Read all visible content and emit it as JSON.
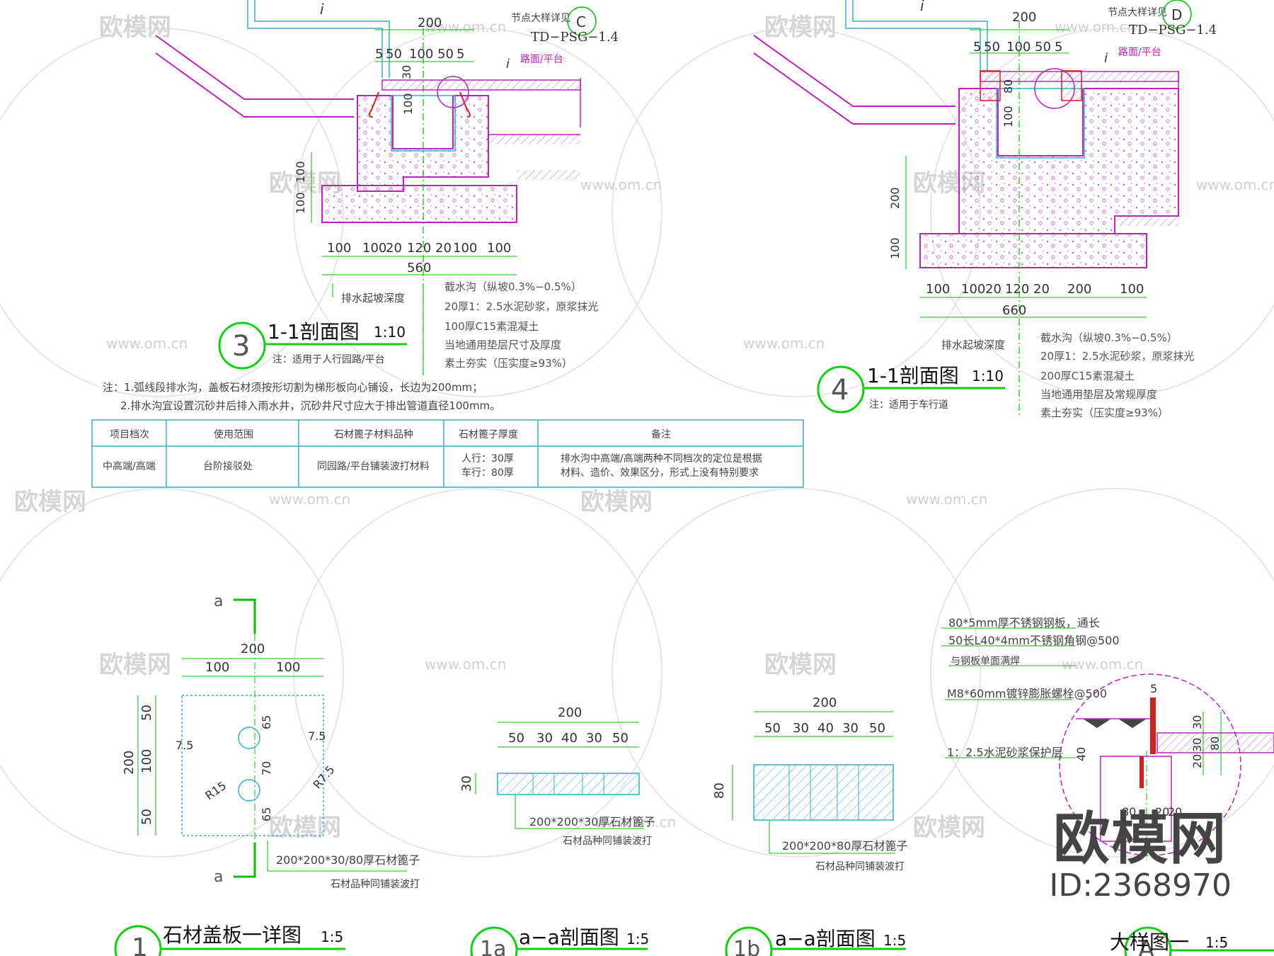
{
  "watermark": {
    "name": "欧模网",
    "url": "www.om.cn"
  },
  "brand": {
    "name": "欧模网",
    "id": "ID:2368970"
  },
  "colors": {
    "magenta": "#c020c0",
    "green": "#00c000",
    "cyan": "#30b0c8",
    "red": "#d02020",
    "title_green": "#10d010"
  },
  "sec3": {
    "title": "1-1剖面图",
    "scale": "1:10",
    "number": "3",
    "note": "注：适用于人行园路/平台",
    "ref_c": "C",
    "ref_label": "节点大样详见",
    "ref_code": "TD−PSG−1.4",
    "dim_top": "200",
    "dims_row": [
      "5",
      "50",
      "100",
      "50",
      "5"
    ],
    "path_label": "路面/平台",
    "slope": "i",
    "dim_30": "30",
    "dim_100v": "100",
    "dim_100a": "100",
    "dim_100b": "100",
    "bottom_dims": [
      "100",
      "100",
      "20",
      "120",
      "20",
      "100",
      "100"
    ],
    "total": "560",
    "depth_label": "排水起坡深度",
    "notes": [
      "截水沟（纵坡0.3%−0.5%）",
      "20厚1：2.5水泥砂浆，原浆抹光",
      "100厚C15素混凝土",
      "当地通用垫层尺寸及厚度",
      "素土夯实（压实度≥93%）"
    ]
  },
  "sec4": {
    "title": "1-1剖面图",
    "scale": "1:10",
    "number": "4",
    "note": "注：适用于车行道",
    "ref_d": "D",
    "ref_label": "节点大样详见",
    "ref_code": "TD−PSG−1.4",
    "dim_top": "200",
    "dims_row": [
      "5",
      "50",
      "100",
      "50",
      "5"
    ],
    "path_label": "路面/平台",
    "slope": "i",
    "dim_80": "80",
    "dim_100v": "100",
    "dim_200": "200",
    "dim_100b": "100",
    "bottom_dims": [
      "100",
      "100",
      "20",
      "120",
      "20",
      "200",
      "100"
    ],
    "total": "660",
    "depth_label": "排水起坡深度",
    "notes": [
      "截水沟（纵坡0.3%−0.5%）",
      "20厚1：2.5水泥砂浆，原浆抹光",
      "200厚C15素混凝土",
      "当地通用垫层及常规厚度",
      "素土夯实（压实度≥93%）"
    ]
  },
  "general_notes": [
    "注：1.弧线段排水沟，盖板石材须按形切割为梯形板向心铺设，长边为200mm；",
    "2.排水沟宜设置沉砂井后排入雨水井，沉砂井尺寸应大于排出管道直径100mm。"
  ],
  "spec_table": {
    "headers": [
      "项目档次",
      "使用范围",
      "石材篦子材料品种",
      "石材篦子厚度",
      "备注"
    ],
    "row": [
      "中高端/高端",
      "台阶接驳处",
      "同园路/平台铺装波打材料",
      "人行：30厚",
      "排水沟中高端/高端两种不同档次的定位是根据"
    ],
    "row2": [
      "",
      "",
      "",
      "车行：80厚",
      "材料、造价、效果区分，形式上没有特别要求"
    ]
  },
  "sec1": {
    "title": "石材盖板一详图",
    "scale": "1:5",
    "number": "1",
    "cut": "a",
    "dim_200": "200",
    "dim_100a": "100",
    "dim_100b": "100",
    "v_200": "200",
    "v_50a": "50",
    "v_100": "100",
    "v_50b": "50",
    "d65a": "65",
    "d70": "70",
    "d65b": "65",
    "d75a": "7.5",
    "d75b": "7.5",
    "r15": "R15",
    "r75": "R7.5",
    "label1": "200*200*30/80厚石材篦子",
    "label2": "石材品种同铺装波打"
  },
  "sec1a": {
    "title": "a−a剖面图",
    "scale": "1:5",
    "number": "1a",
    "dim_200": "200",
    "dims": [
      "50",
      "30",
      "40",
      "30",
      "50"
    ],
    "v_30": "30",
    "label1": "200*200*30厚石材篦子",
    "label2": "石材品种同铺装波打"
  },
  "sec1b": {
    "title": "a−a剖面图",
    "scale": "1:5",
    "number": "1b",
    "dim_200": "200",
    "dims": [
      "50",
      "30",
      "40",
      "30",
      "50"
    ],
    "v_80": "80",
    "label1": "200*200*80厚石材篦子",
    "label2": "石材品种同铺装波打"
  },
  "secA": {
    "title": "大样图一",
    "scale": "1:5",
    "number": "A",
    "notes": [
      "80*5mm厚不锈钢钢板，通长",
      "50长L40*4mm不锈钢角钢@500",
      "与钢板单面满焊",
      "M8*60mm镀锌膨胀螺栓@500",
      "1：2.5水泥砂浆保护层"
    ],
    "d5": "5",
    "d30": "30",
    "d80": "80",
    "d20": "20",
    "d30b": "30",
    "d40": "40",
    "d80b": "80",
    "d20a": "20",
    "d20b": "20"
  }
}
